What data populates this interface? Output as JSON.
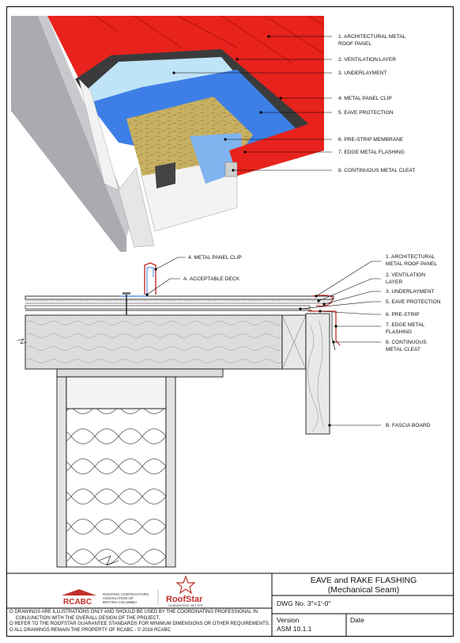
{
  "top_callouts": [
    {
      "text1": "1.  ARCHITECTURAL METAL",
      "text2": "ROOF PANEL"
    },
    {
      "text1": "2.  VENTILATION LAYER",
      "text2": ""
    },
    {
      "text1": "3.  UNDERLAYMENT",
      "text2": ""
    },
    {
      "text1": "4.  METAL PANEL CLIP",
      "text2": ""
    },
    {
      "text1": "5.  EAVE PROTECTION",
      "text2": ""
    },
    {
      "text1": "6.  PRE-STRIP MEMBRANE",
      "text2": ""
    },
    {
      "text1": "7.  EDGE METAL FLASHING",
      "text2": ""
    },
    {
      "text1": "8.  CONTINUOUS METAL CLEAT",
      "text2": ""
    }
  ],
  "section_callouts": {
    "clip": "4.  METAL PANEL CLIP",
    "deck": "A.  ACCEPTABLE DECK",
    "panel1": "1.  ARCHITECTURAL",
    "panel2": "METAL ROOF PANEL",
    "vent1": "2.  VENTILATION",
    "vent2": "LAYER",
    "under": "3.  UNDERLAYMENT",
    "eave": "5.  EAVE PROTECTION",
    "prestrip": "6.  PRE-STRIP",
    "edge1": "7.  EDGE METAL",
    "edge2": "FLASHING",
    "cleat1": "8.  CONTINUOUS",
    "cleat2": "METAL CLEAT",
    "fascia": "B.  FASCIA BOARD"
  },
  "title_block": {
    "logo_left": "RCABC",
    "logo_left_sub1": "ROOFING CONTRACTORS",
    "logo_left_sub2": "ASSOCIATION OF",
    "logo_left_sub3": "BRITISH COLUMBIA",
    "logo_right": "RoofStar",
    "logo_right_sub": "GUARANTEED. BETTER.",
    "title1": "EAVE and RAKE FLASHING",
    "title2": "(Mechanical Seam)",
    "dwg_label": "DWG No.",
    "scale": "3\"=1'-0\"",
    "version_label": "Version",
    "version": "ASM 10.1.1",
    "date_label": "Date",
    "note1": "O DRAWINGS ARE ILLUSTRATIONS ONLY AND SHOULD BE USED BY THE COORDINATING PROFESSIONAL IN",
    "note1b": "CONJUNCTION WITH THE OVERALL DESIGN OF THE PROJECT.",
    "note2": "O REFER TO THE ROOFSTAR GUARANTEE STANDARDS FOR MINIMUM DIMENSIONS OR OTHER REQUIREMENTS.",
    "note3": "O ALL DRAWINGS REMAIN THE PROPERTY OF RCABC - © 2018 RCABC"
  },
  "colors": {
    "metal_red": "#e8221c",
    "vent_dark": "#3b3b3b",
    "underlay_light": "#bfe3f7",
    "eave_blue": "#3d7fe6",
    "deck_tan": "#c8b062",
    "wood_grey": "#dcdcdc"
  }
}
